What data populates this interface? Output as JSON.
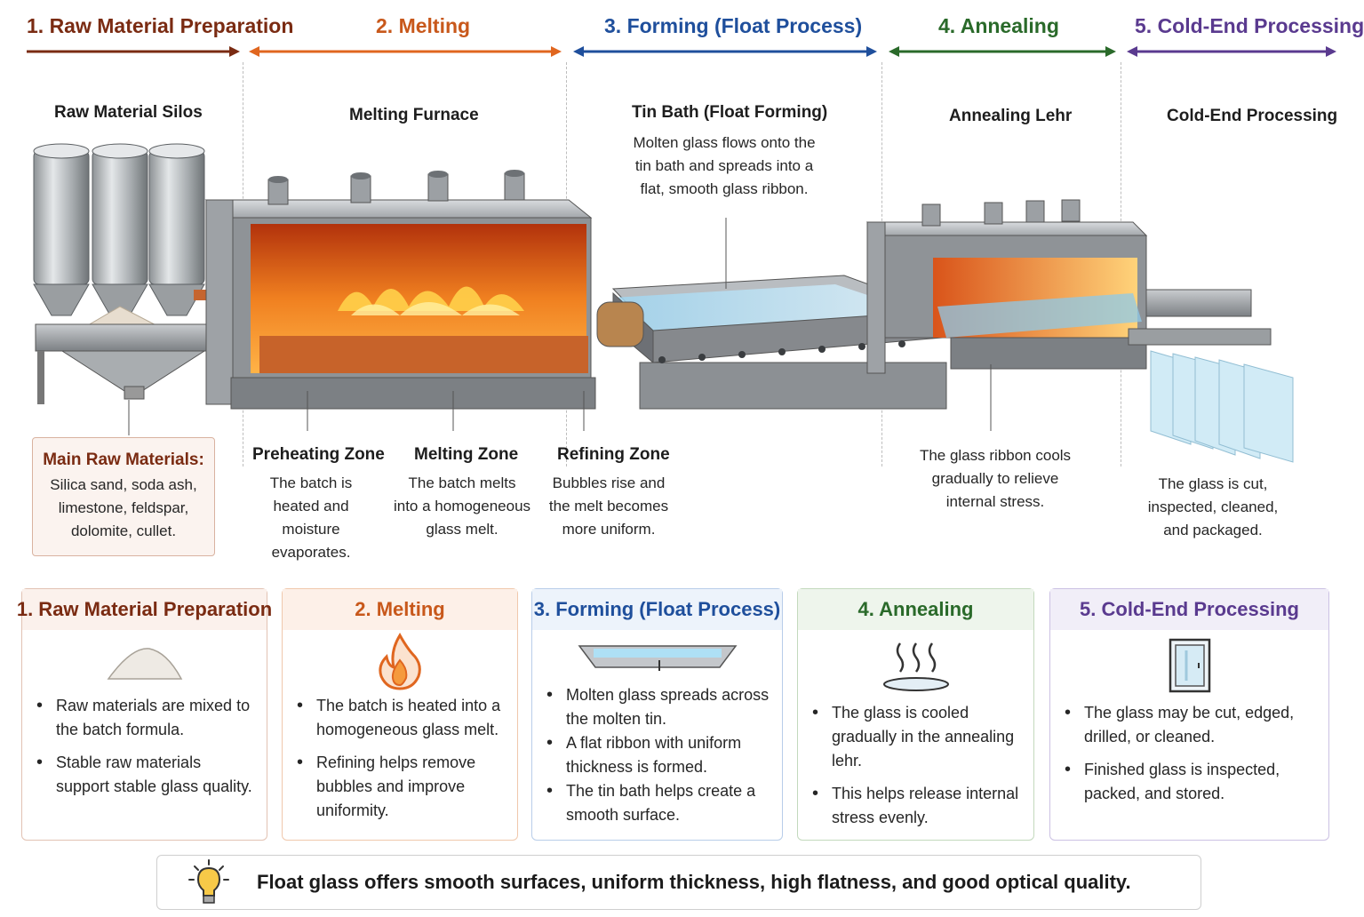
{
  "stages": [
    {
      "title": "1. Raw Material Preparation",
      "color": "#7a2b12"
    },
    {
      "title": "2. Melting",
      "color": "#c8581b"
    },
    {
      "title": "3. Forming (Float Process)",
      "color": "#1f4f9c"
    },
    {
      "title": "4. Annealing",
      "color": "#2a6a2a"
    },
    {
      "title": "5. Cold-End Processing",
      "color": "#5a3a8f"
    }
  ],
  "equipment": {
    "silos": "Raw Material Silos",
    "furnace": "Melting Furnace",
    "tin_bath": "Tin Bath (Float Forming)",
    "tin_bath_note": [
      "Molten glass flows onto the",
      "tin bath and spreads into a",
      "flat, smooth glass ribbon."
    ],
    "lehr": "Annealing Lehr",
    "cold_end": "Cold-End Processing"
  },
  "raw_materials": {
    "title": "Main Raw Materials:",
    "lines": [
      "Silica sand, soda ash,",
      "limestone, feldspar,",
      "dolomite, cullet."
    ]
  },
  "zones": [
    {
      "title": "Preheating Zone",
      "lines": [
        "The batch is",
        "heated and",
        "moisture",
        "evaporates."
      ]
    },
    {
      "title": "Melting Zone",
      "lines": [
        "The batch melts",
        "into a homogeneous",
        "glass melt."
      ]
    },
    {
      "title": "Refining Zone",
      "lines": [
        "Bubbles rise and",
        "the melt becomes",
        "more uniform."
      ]
    }
  ],
  "annealing_note": [
    "The glass ribbon cools",
    "gradually to relieve",
    "internal stress."
  ],
  "cold_end_note": [
    "The glass is cut,",
    "inspected, cleaned,",
    "and packaged."
  ],
  "cards": [
    {
      "title": "1. Raw Material Preparation",
      "icon": "sand-pile-icon",
      "color": "#7a2b12",
      "header_bg": "#fbf1ec",
      "border": "#e2c2b3",
      "bullets": [
        "Raw materials are mixed to the batch formula.",
        "Stable raw materials support stable glass quality."
      ]
    },
    {
      "title": "2. Melting",
      "icon": "flame-icon",
      "color": "#c8581b",
      "header_bg": "#fdf0e8",
      "border": "#f0c8ac",
      "bullets": [
        "The batch is heated into a homogeneous glass melt.",
        "Refining helps remove bubbles and improve uniformity."
      ]
    },
    {
      "title": "3. Forming (Float Process)",
      "icon": "tin-bath-icon",
      "color": "#1f4f9c",
      "header_bg": "#edf3fb",
      "border": "#b8cde9",
      "bullets": [
        "Molten glass spreads across the molten tin.",
        "A flat ribbon with uniform thickness is formed.",
        "The tin bath helps create a smooth surface."
      ]
    },
    {
      "title": "4. Annealing",
      "icon": "heat-waves-icon",
      "color": "#2a6a2a",
      "header_bg": "#eef5ec",
      "border": "#c3d9bd",
      "bullets": [
        "The glass is cooled gradually in the annealing lehr.",
        "This helps release internal stress evenly."
      ]
    },
    {
      "title": "5. Cold-End Processing",
      "icon": "glass-panel-icon",
      "color": "#5a3a8f",
      "header_bg": "#f1eef8",
      "border": "#cbc1e3",
      "bullets": [
        "The glass may be cut, edged, drilled, or cleaned.",
        "Finished glass is inspected, packed, and stored."
      ]
    }
  ],
  "footer": {
    "text": "Float glass offers smooth surfaces, uniform thickness, high flatness, and good optical quality.",
    "icon": "lightbulb-icon"
  }
}
